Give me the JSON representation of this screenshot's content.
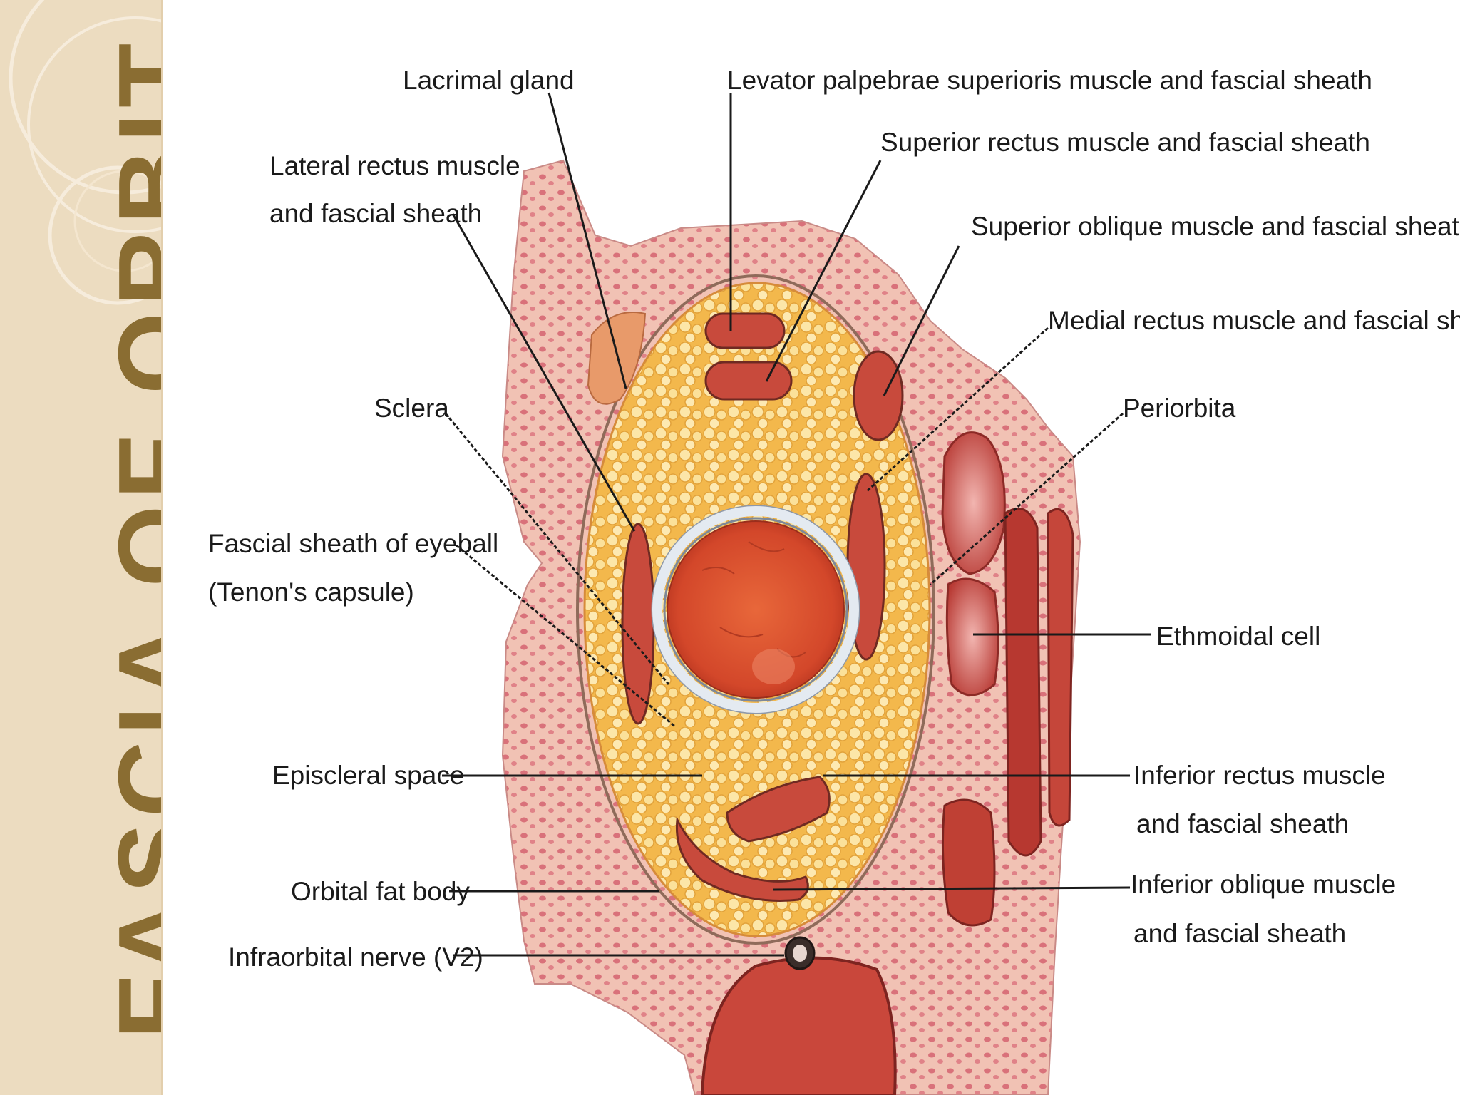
{
  "slide": {
    "title": "FASCIA OF ORBIT"
  },
  "labels": {
    "lacrimal_gland": "Lacrimal gland",
    "levator_palpebrae": "Levator palpebrae superioris muscle and fascial sheath",
    "superior_rectus": "Superior rectus muscle and fascial sheath",
    "lateral_rectus_line1": "Lateral rectus muscle",
    "lateral_rectus_line2": "and fascial sheath",
    "superior_oblique": "Superior oblique muscle and fascial sheath",
    "medial_rectus": "Medial rectus muscle and fascial sheath",
    "sclera": "Sclera",
    "periorbita": "Periorbita",
    "fascial_sheath_line1": "Fascial sheath of eyeball",
    "fascial_sheath_line2": "(Tenon's capsule)",
    "ethmoidal_cell": "Ethmoidal cell",
    "episcleral_space": "Episcleral space",
    "inferior_rectus_line1": "Inferior rectus muscle",
    "inferior_rectus_line2": "and fascial sheath",
    "orbital_fat_body": "Orbital fat body",
    "inferior_oblique_line1": "Inferior oblique muscle",
    "inferior_oblique_line2": "and fascial sheath",
    "infraorbital_nerve": "Infraorbital nerve (V2)"
  },
  "colors": {
    "sidebar_bg": "#ecdcc0",
    "title_color": "#8a6d32",
    "bone": "#f2c4b8",
    "fat": "#f2c05a",
    "muscle": "#c8463a",
    "eyeball": "#d9532e",
    "sclera": "#dfe6ee"
  }
}
